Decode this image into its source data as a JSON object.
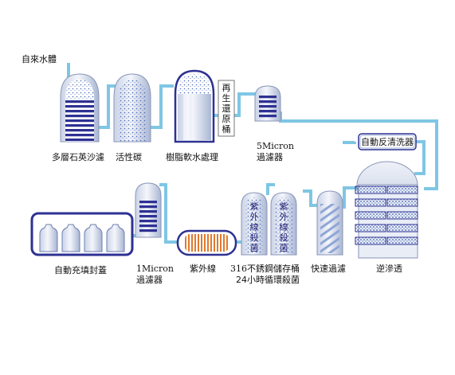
{
  "inlet_label": "自來水體",
  "stages": {
    "multimedia": "多層石英沙濾",
    "carbon": "活性碳",
    "softener": "樹脂軟水處理",
    "regen_tank": [
      "再",
      "生",
      "還",
      "原",
      "桶"
    ],
    "micron5_line1": "5Micron",
    "micron5_line2": "過濾器",
    "backwash": "自動反清洗器",
    "ro": "逆滲透",
    "fast_filter": "快速過濾",
    "storage_line1": "316不銹鋼儲存桶",
    "storage_line2": "24小時循環殺菌",
    "uv_lamp_chars": [
      "紫",
      "外",
      "線",
      "殺",
      "菌"
    ],
    "uv": "紫外線",
    "micron1_line1": "1Micron",
    "micron1_line2": "過濾器",
    "filling": "自動充填封蓋"
  },
  "colors": {
    "pipe": "#7fc6e4",
    "tank_blue": "#2e3192",
    "dot_blue": "#3b5fb0",
    "uv_orange": "#e07a2e",
    "backwash_fill": "#ffffff"
  }
}
